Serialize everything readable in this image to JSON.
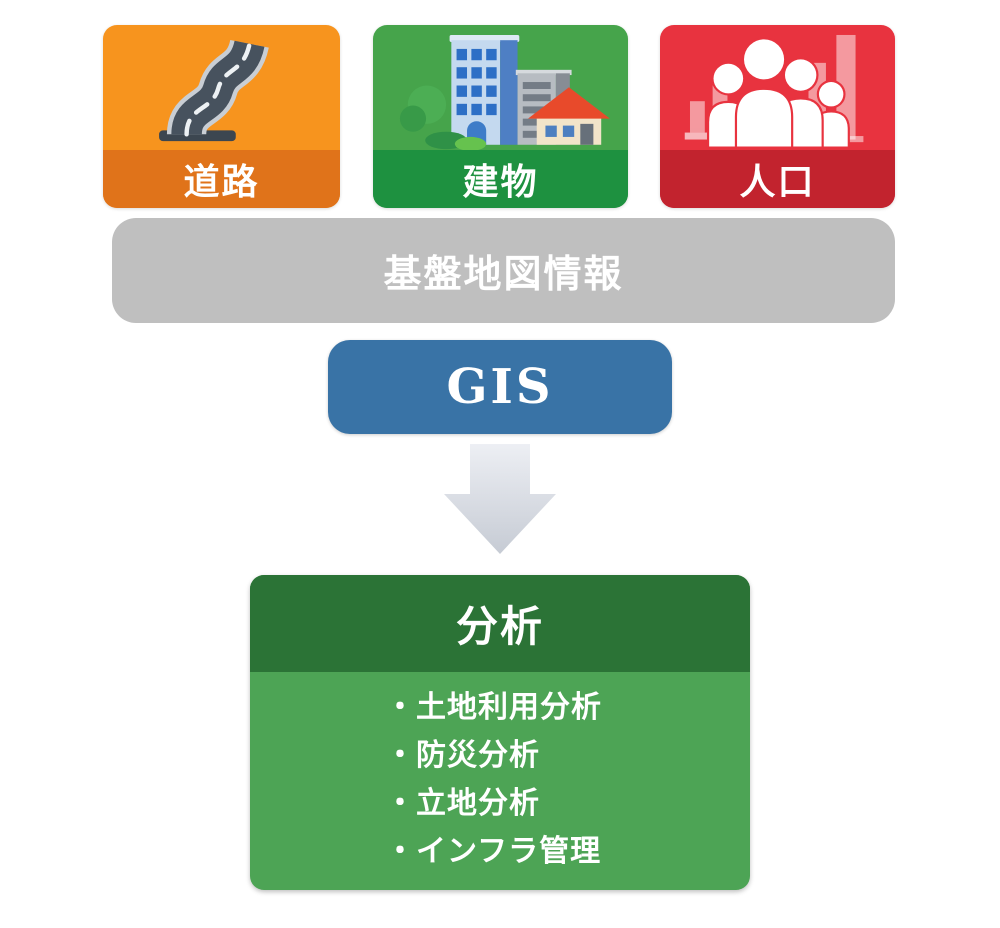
{
  "diagram": {
    "source_cards": [
      {
        "label": "道路",
        "icon": "road-icon",
        "top_color": "#F7941E",
        "band_color": "#E0731A"
      },
      {
        "label": "建物",
        "icon": "buildings-icon",
        "top_color": "#46A44B",
        "band_color": "#1E9140"
      },
      {
        "label": "人口",
        "icon": "population-icon",
        "top_color": "#E8333F",
        "band_color": "#C2232E"
      }
    ],
    "base_bar": {
      "label": "基盤地図情報",
      "color": "#BFBFBF"
    },
    "gis_box": {
      "label": "GIS",
      "color": "#3973A6"
    },
    "arrow": {
      "name": "down-arrow",
      "gradient_start": "#EDEFF4",
      "gradient_end": "#C6CBD4"
    },
    "analysis_box": {
      "title": "分析",
      "header_color": "#2B7336",
      "body_color": "#4DA455",
      "items": [
        "・土地利用分析",
        "・防災分析",
        "・立地分析",
        "・インフラ管理"
      ]
    }
  }
}
